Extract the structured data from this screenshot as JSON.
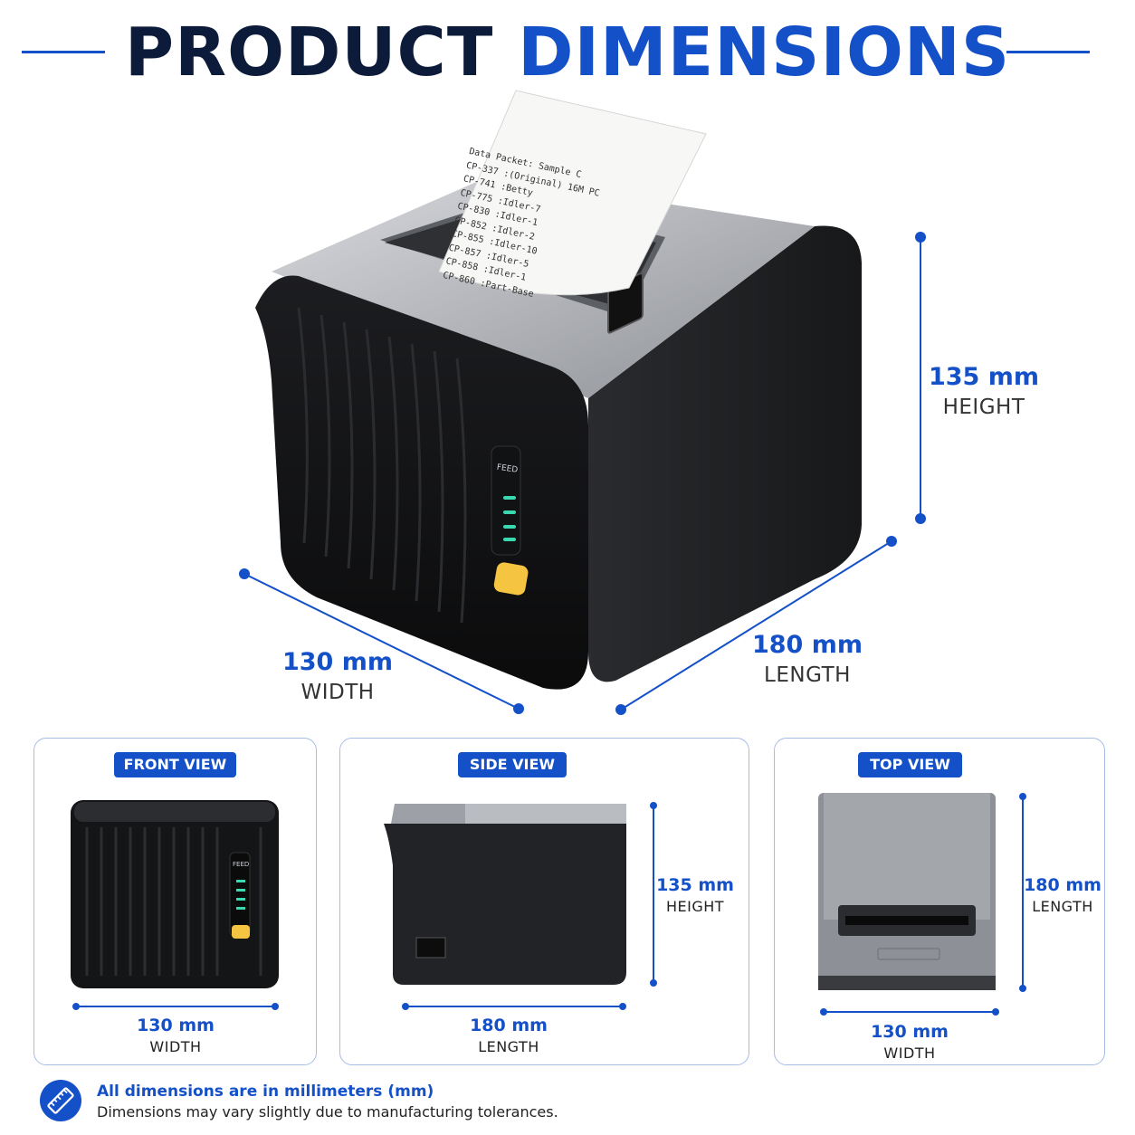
{
  "title": {
    "word1": "PRODUCT",
    "word2": "DIMENSIONS"
  },
  "main_view": {
    "receipt_lines": [
      "Data Packet: Sample C",
      "CP-337    :(Original) 16M PC",
      "CP-741    :Betty",
      "CP-775    :Idler-7",
      "CP-830    :Idler-1",
      "CP-852    :Idler-2",
      "CP-855    :Idler-10",
      "CP-857    :Idler-5",
      "CP-858    :Idler-1",
      "CP-860    :Part-Base"
    ],
    "feed_label": "FEED",
    "height": {
      "value": "135 mm",
      "label": "HEIGHT"
    },
    "width": {
      "value": "130 mm",
      "label": "WIDTH"
    },
    "length": {
      "value": "180 mm",
      "label": "LENGTH"
    }
  },
  "views": [
    {
      "badge": "FRONT VIEW",
      "feed_label": "FEED",
      "dim_value": "130 mm",
      "dim_label": "WIDTH"
    },
    {
      "badge": "SIDE VIEW",
      "dim_value": "180 mm",
      "dim_label": "LENGTH",
      "dim2_value": "135 mm",
      "dim2_label": "HEIGHT"
    },
    {
      "badge": "TOP VIEW",
      "dim_value": "130 mm",
      "dim_label": "WIDTH",
      "dim2_value": "180 mm",
      "dim2_label": "LENGTH"
    }
  ],
  "footer": {
    "icon": "ruler-icon",
    "line1": "All dimensions are in millimeters (mm)",
    "line2": "Dimensions may vary slightly due to manufacturing tolerances."
  },
  "colors": {
    "accent": "#1450c8",
    "navy": "#0d1b3a",
    "led": "#38d9b0",
    "button": "#f5c542"
  }
}
